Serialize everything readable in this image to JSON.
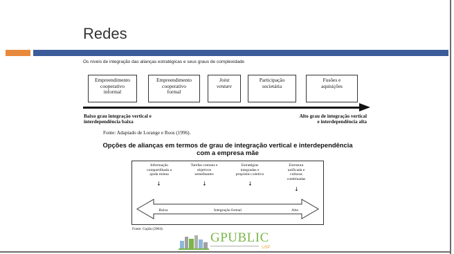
{
  "slide": {
    "title": "Redes",
    "subtitle": "Os níveis de integração das alianças estratégicas e seus graus de complexidade"
  },
  "diagram1": {
    "boxes": [
      {
        "lines": [
          "Empreendimento",
          "cooperativo",
          "informal"
        ],
        "italic": false
      },
      {
        "lines": [
          "Empreendimento",
          "cooperativo",
          "formal"
        ],
        "italic": false
      },
      {
        "lines": [
          "Joint",
          "venture"
        ],
        "italic": true
      },
      {
        "lines": [
          "Participação",
          "societária"
        ],
        "italic": false
      },
      {
        "lines": [
          "Fusões e",
          "aquisições"
        ],
        "italic": false
      }
    ],
    "left_label": [
      "Baixo grau integração vertical e",
      "interdependência baixa"
    ],
    "right_label": [
      "Alto grau de integração vertical",
      "e interdependência alta"
    ],
    "source": "Fonte: Adaptado de Lorange e Roos (1996)."
  },
  "section2": {
    "heading": [
      "Opções de alianças em termos de grau de integração vertical e interdependência",
      "com a empresa mãe"
    ]
  },
  "diagram2": {
    "columns": [
      {
        "lines": [
          "Informação",
          "compartilhada a",
          "ajuda mútua"
        ]
      },
      {
        "lines": [
          "Tarefas comuns e",
          "objetivos",
          "semelhantes"
        ]
      },
      {
        "lines": [
          "Estratégias",
          "integradas e",
          "propósito coletivo"
        ]
      },
      {
        "lines": [
          "Estrutura",
          "unificada e",
          "culturas",
          "combinadas"
        ]
      }
    ],
    "arrow_left": "Baixa",
    "arrow_center": "Integração formal",
    "arrow_right": "Alta",
    "source": "Fonte: Gajda (2004)."
  },
  "logo": {
    "name": "GPUBLIC",
    "suffix": "USP"
  },
  "colors": {
    "accent_orange": "#e88a3c",
    "accent_blue": "#3c5b9a",
    "logo_green": "#7ab648"
  }
}
